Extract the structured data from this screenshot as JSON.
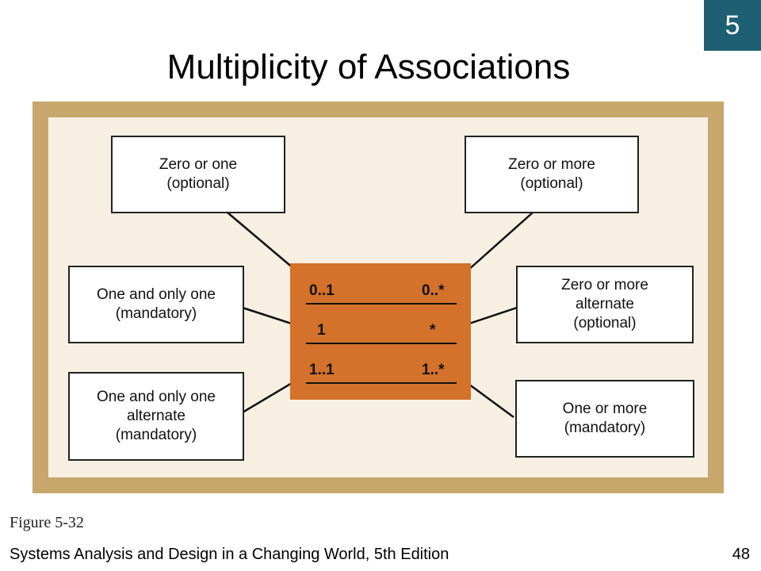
{
  "chapter": "5",
  "title": "Multiplicity of Associations",
  "boxes": {
    "zero_or_one": [
      "Zero or one",
      "(optional)"
    ],
    "zero_or_more": [
      "Zero or more",
      "(optional)"
    ],
    "one_and_only_one": [
      "One and only one",
      "(mandatory)"
    ],
    "zero_or_more_alternate": [
      "Zero or more",
      "alternate",
      "(optional)"
    ],
    "one_and_only_one_alternate": [
      "One and only one",
      "alternate",
      "(mandatory)"
    ],
    "one_or_more": [
      "One or more",
      "(mandatory)"
    ]
  },
  "multiplicities": {
    "row1_left": "0..1",
    "row1_right": "0..*",
    "row2_left": "1",
    "row2_right": "*",
    "row3_left": "1..1",
    "row3_right": "1..*"
  },
  "colors": {
    "frame": "#c7a76c",
    "frame_inner": "#f7efe2",
    "center_panel": "#d4712a",
    "chapter_badge": "#1f5f73"
  },
  "figure_label": "Figure 5-32",
  "footer": "Systems Analysis and Design in a Changing World, 5th Edition",
  "page_number": "48"
}
